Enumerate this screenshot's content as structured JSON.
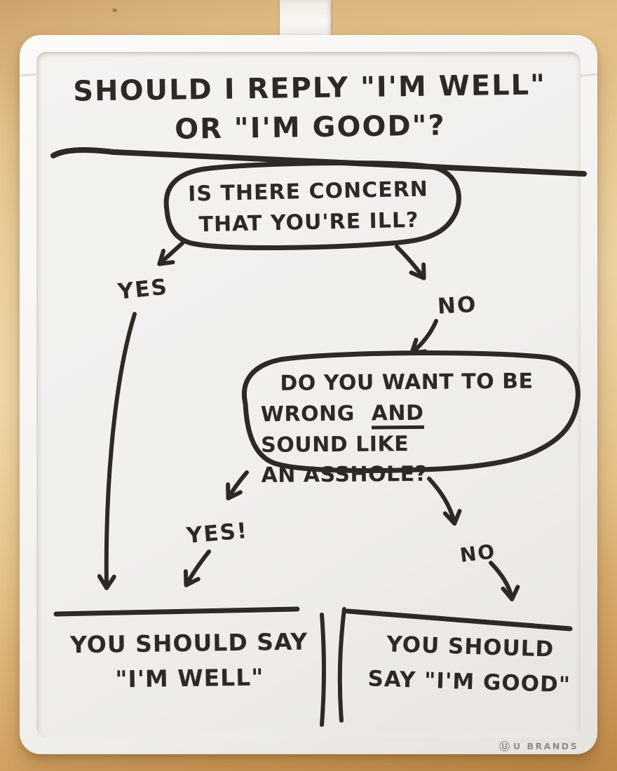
{
  "flowchart": {
    "title": {
      "line1": "SHOULD I REPLY \"I'M WELL\"",
      "line2": "OR \"I'M GOOD\"?"
    },
    "question1": {
      "line1": "IS THERE CONCERN",
      "line2": "THAT YOU'RE ILL?"
    },
    "branch1": {
      "yes": "YES",
      "no": "NO"
    },
    "question2": {
      "line1": "DO YOU WANT TO BE",
      "line2": {
        "pre": "WRONG",
        "and": "AND",
        "post": "SOUND LIKE"
      },
      "line3": "AN ASSHOLE?"
    },
    "branch2": {
      "yes": "YES!",
      "no": "NO"
    },
    "result_well": {
      "line1": "YOU SHOULD SAY",
      "line2": "\"I'M WELL\""
    },
    "result_good": {
      "line1": "YOU SHOULD",
      "line2": "SAY \"I'M GOOD\""
    }
  },
  "brand": {
    "symbol": "Ⓤ",
    "name": "U BRANDS"
  },
  "colors": {
    "ink": "#2d2a26",
    "wood": "#e3c08a",
    "frame_white": "#f7f5f2",
    "board_white": "#f1efec",
    "brand_text": "#8e8c87"
  }
}
